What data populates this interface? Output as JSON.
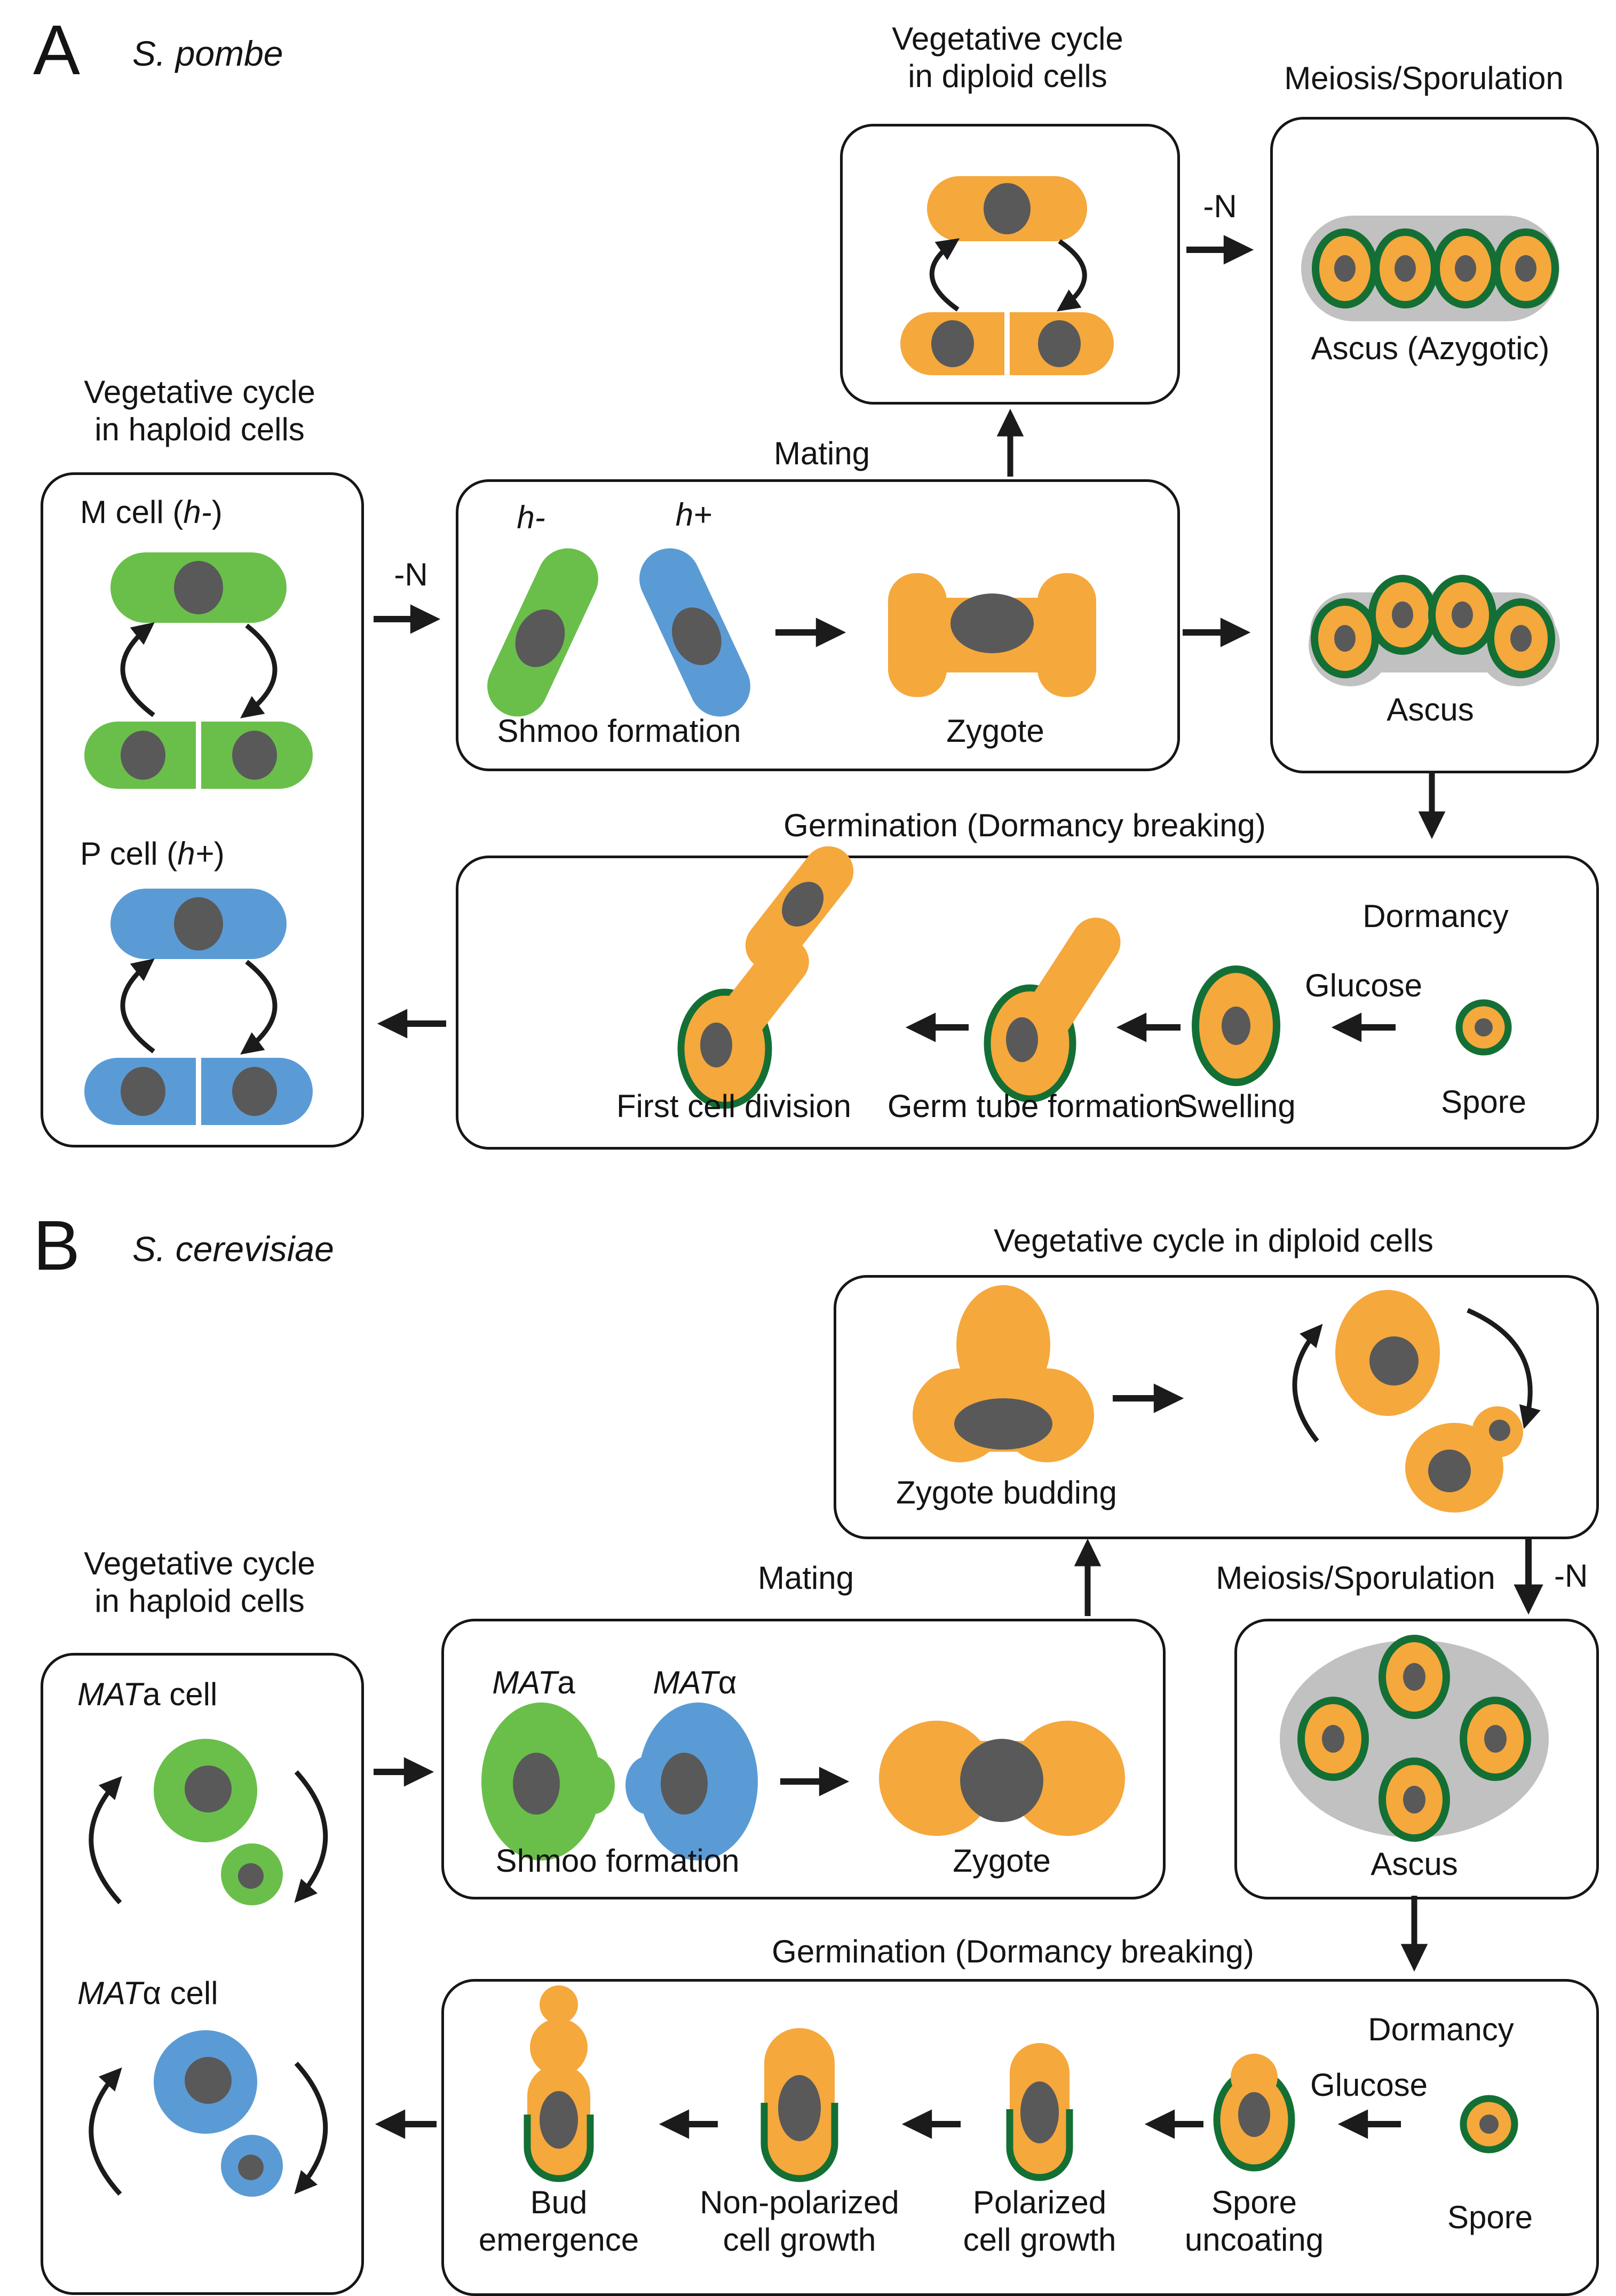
{
  "colors": {
    "green_cell": "#6abf4a",
    "blue_cell": "#5b9bd5",
    "orange_cell": "#f5a83c",
    "nucleus_gray": "#595959",
    "ascus_gray": "#c1c1c1",
    "spore_ring_green": "#146f35",
    "line_black": "#1b1b1b"
  },
  "panelA": {
    "letter": "A",
    "species": "S. pombe",
    "haploid": {
      "title1": "Vegetative cycle",
      "title2": "in haploid cells",
      "m_prefix": "M cell (",
      "m_allele": "h-",
      "m_suffix": ")",
      "p_prefix": "P cell (",
      "p_allele": "h+",
      "p_suffix": ")"
    },
    "minus_n_left": "-N",
    "mating": {
      "title": "Mating",
      "h_minus": "h-",
      "h_plus": "h+",
      "shmoo": "Shmoo formation",
      "zygote": "Zygote"
    },
    "diploid": {
      "title1": "Vegetative cycle",
      "title2": "in diploid cells"
    },
    "minus_n_top": "-N",
    "meiosis": {
      "title": "Meiosis/Sporulation",
      "ascus_azygotic": "Ascus (Azygotic)",
      "ascus": "Ascus"
    },
    "germination": {
      "title": "Germination (Dormancy breaking)",
      "dormancy": "Dormancy",
      "glucose": "Glucose",
      "spore": "Spore",
      "swelling": "Swelling",
      "germ_tube": "Germ tube formation",
      "first_division": "First cell division"
    }
  },
  "panelB": {
    "letter": "B",
    "species": "S. cerevisiae",
    "haploid": {
      "title1": "Vegetative cycle",
      "title2": "in haploid cells",
      "mat_italic": "MAT",
      "mata_rest": "a cell",
      "matalpha_rest": "α cell"
    },
    "mating": {
      "title": "Mating",
      "mat_italic": "MAT",
      "a": "a",
      "alpha": "α",
      "shmoo": "Shmoo formation",
      "zygote": "Zygote"
    },
    "diploid": {
      "title": "Vegetative cycle in diploid cells",
      "zygote_budding": "Zygote budding"
    },
    "meiosis_title": "Meiosis/Sporulation",
    "minus_n": "-N",
    "ascus": "Ascus",
    "germination": {
      "title": "Germination (Dormancy breaking)",
      "dormancy": "Dormancy",
      "glucose": "Glucose",
      "spore": "Spore",
      "bud1": "Bud",
      "bud2": "emergence",
      "nonpol1": "Non-polarized",
      "nonpol2": "cell growth",
      "pol1": "Polarized",
      "pol2": "cell growth",
      "unc1": "Spore",
      "unc2": "uncoating"
    }
  }
}
